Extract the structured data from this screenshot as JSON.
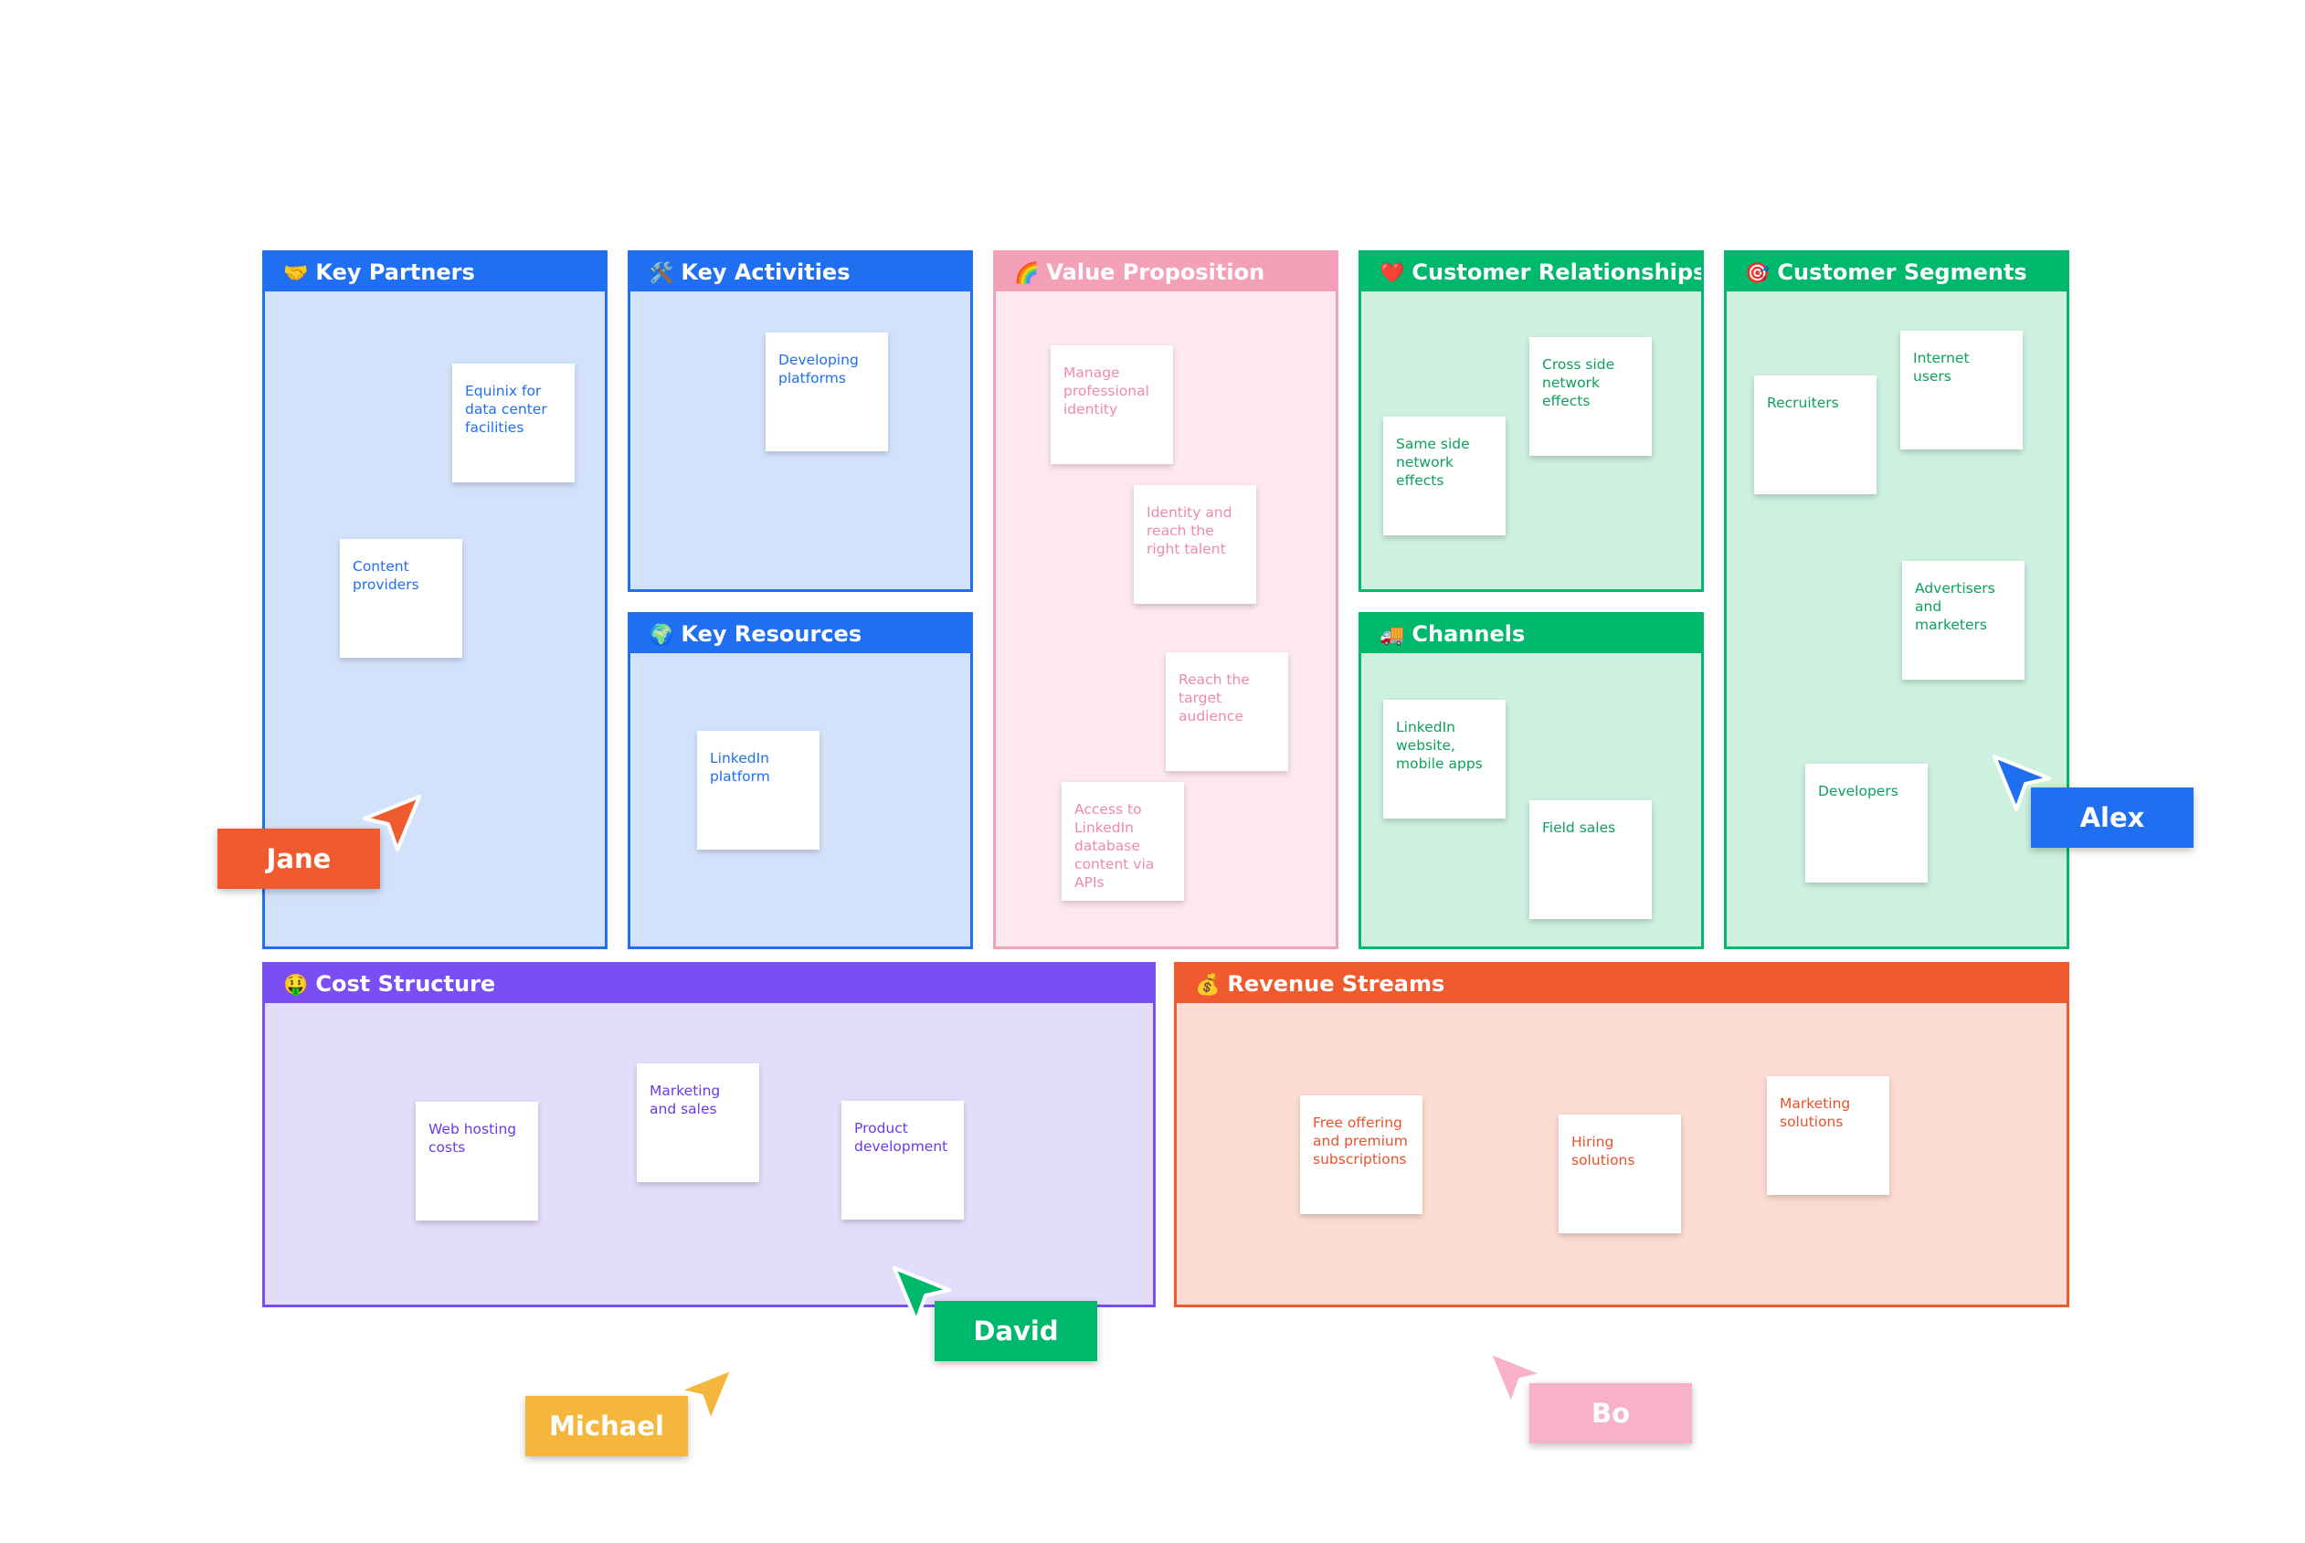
{
  "colors": {
    "blue": "#1f6ff0",
    "blue_fill": "#d3e2fb",
    "pink": "#f3a0b8",
    "pink_fill": "#fde8ee",
    "pink_text": "#f08aa6",
    "green": "#00b86b",
    "green_fill": "#cdf0e0",
    "green_text": "#0ea05c",
    "purple": "#7a4ef3",
    "purple_fill": "#e4dcfb",
    "purple_text": "#6b3ae8",
    "orange": "#ef5a2f",
    "orange_fill": "#fcdcd2",
    "orange_text": "#e8522b",
    "yellow": "#f4b63c",
    "bo_pink": "#f7b2c8"
  },
  "panels": {
    "key_partners": {
      "title": "Key Partners",
      "emoji": "🤝",
      "notes": [
        "Equinix for data center facilities",
        "Content providers"
      ]
    },
    "key_activities": {
      "title": "Key Activities",
      "emoji": "🛠️",
      "notes": [
        "Developing platforms"
      ]
    },
    "key_resources": {
      "title": "Key Resources",
      "emoji": "🌍",
      "notes": [
        "LinkedIn platform"
      ]
    },
    "value_proposition": {
      "title": "Value Proposition",
      "emoji": "🌈",
      "notes": [
        "Manage professional identity",
        "Identity and reach the right talent",
        "Reach the target audience",
        "Access to LinkedIn database content via APIs"
      ]
    },
    "customer_relationships": {
      "title": "Customer Relationships",
      "emoji": "❤️",
      "notes": [
        "Cross side network effects",
        "Same side network effects"
      ]
    },
    "channels": {
      "title": "Channels",
      "emoji": "🚚",
      "notes": [
        "LinkedIn website, mobile apps",
        "Field sales"
      ]
    },
    "customer_segments": {
      "title": "Customer Segments",
      "emoji": "🎯",
      "notes": [
        "Internet users",
        "Recruiters",
        "Advertisers and marketers",
        "Developers"
      ]
    },
    "cost_structure": {
      "title": "Cost Structure",
      "emoji": "🤑",
      "notes": [
        "Web hosting costs",
        "Marketing and sales",
        "Product development"
      ]
    },
    "revenue_streams": {
      "title": "Revenue Streams",
      "emoji": "💰",
      "notes": [
        "Free offering and premium subscriptions",
        "Hiring solutions",
        "Marketing solutions"
      ]
    }
  },
  "cursors": {
    "jane": {
      "name": "Jane",
      "color": "#ef5a2f"
    },
    "alex": {
      "name": "Alex",
      "color": "#1f6ff0"
    },
    "david": {
      "name": "David",
      "color": "#00b86b"
    },
    "michael": {
      "name": "Michael",
      "color": "#f4b63c"
    },
    "bo": {
      "name": "Bo",
      "color": "#f7b2c8"
    }
  }
}
